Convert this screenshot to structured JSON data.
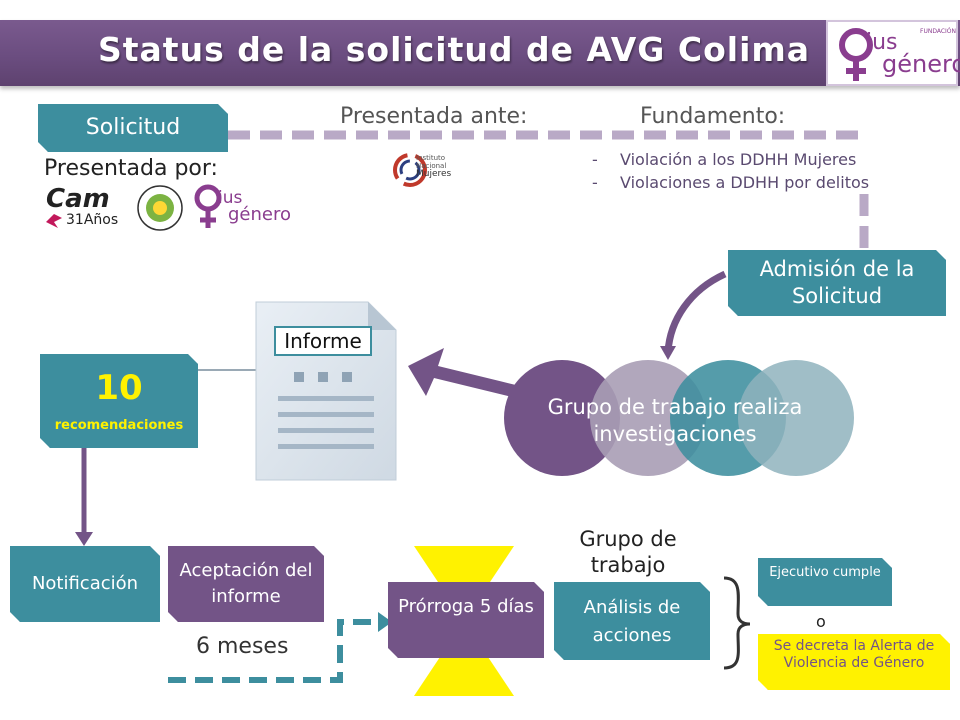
{
  "header": {
    "title": "Status de la solicitud de AVG Colima"
  },
  "logo_ius": {
    "fundacion": "FUNDACIÓN",
    "ius": "ius",
    "genero": "género"
  },
  "solicitud": {
    "label": "Solicitud",
    "presentada_ante": "Presentada ante:",
    "fundamento": "Fundamento:",
    "presentada_por": "Presentada por:",
    "fundamentos": [
      "Violación a los DDHH Mujeres",
      "Violaciones a DDHH por delitos"
    ],
    "inmujeres": {
      "line1": "Instituto",
      "line2": "Nacional",
      "line3": "Mujeres"
    },
    "cam": {
      "name": "Cam",
      "years": "31Años"
    }
  },
  "admision": {
    "label": "Admisión de la Solicitud"
  },
  "grupo": {
    "label": "Grupo de trabajo realiza investigaciones"
  },
  "informe": {
    "label": "Informe"
  },
  "recomendaciones": {
    "number": "10",
    "label": "recomendaciones"
  },
  "flow": {
    "notificacion": "Notificación",
    "aceptacion": "Aceptación del informe",
    "seis_meses": "6 meses",
    "prorroga": "Prórroga 5 días",
    "grupo_de_trabajo": "Grupo de trabajo",
    "analisis": "Análisis de acciones",
    "ejecutivo": "Ejecutivo cumple",
    "o": "o",
    "alerta": "Se decreta la Alerta de Violencia de Género"
  },
  "colors": {
    "purple": "#735487",
    "teal": "#3d8e9e",
    "yellow": "#fff200",
    "dash": "#b9a9c6"
  }
}
